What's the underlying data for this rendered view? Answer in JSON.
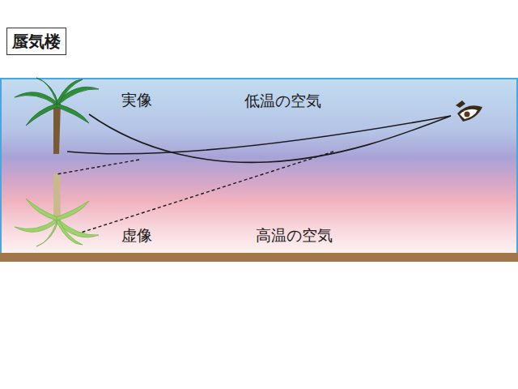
{
  "diagram": {
    "title": "蜃気楼",
    "labels": [
      "実像",
      "低温の空気",
      "虚像",
      "高温の空気"
    ]
  }
}
